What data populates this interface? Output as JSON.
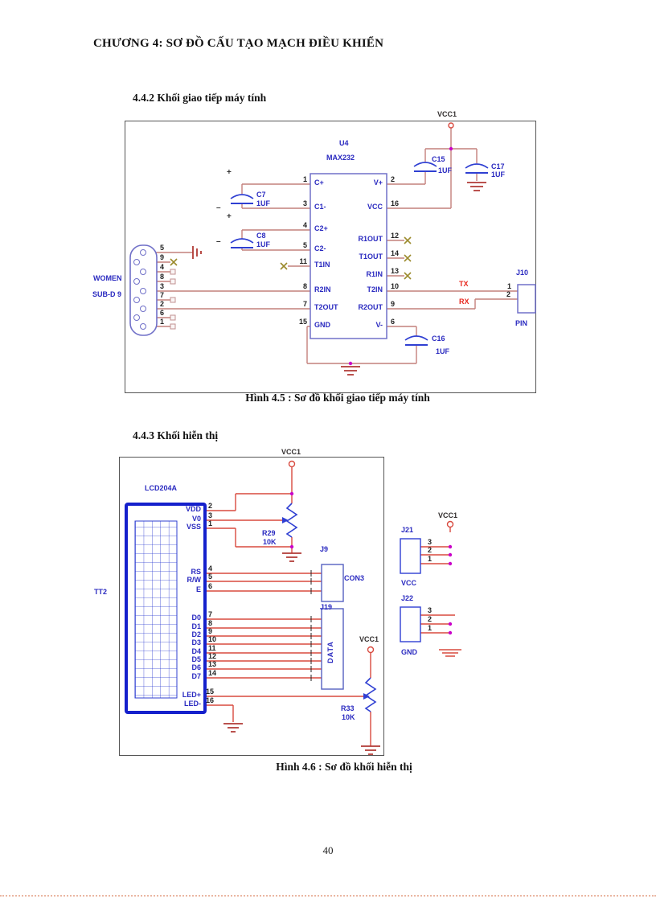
{
  "page": {
    "header": "CHƯƠNG 4: SƠ ĐỒ CẤU TẠO MẠCH ĐIỀU KHIỂN",
    "section_442": "4.4.2 Khối giao tiếp máy tính",
    "caption_45": "Hình 4.5 : Sơ đồ khối giao tiếp máy tính",
    "section_443": "4.4.3 Khối hiễn thị",
    "caption_46": "Hình 4.6 : Sơ đồ khối hiễn thị",
    "page_number": "40"
  },
  "colors": {
    "wire_d1": "#c4807c",
    "wire_d2": "#d84a3f",
    "label_blue": "#2a2ac0",
    "component_blue": "#2f3fd2",
    "ic_border": "#7070c8",
    "lcd_border": "#1520cc",
    "ground_red": "#b03a35",
    "junction_magenta": "#c902c9",
    "no_connect_olive": "#9b8a2c",
    "signal_red": "#e8281e"
  },
  "d1": {
    "power_label": "VCC1",
    "u4": {
      "ref": "U4",
      "part": "MAX232",
      "left": [
        [
          "1",
          "C+"
        ],
        [
          "3",
          "C1-"
        ],
        [
          "4",
          "C2+"
        ],
        [
          "5",
          "C2-"
        ],
        [
          "11",
          "T1IN"
        ],
        [
          "8",
          "R2IN"
        ],
        [
          "7",
          "T2OUT"
        ],
        [
          "15",
          "GND"
        ]
      ],
      "right": [
        [
          "2",
          "V+"
        ],
        [
          "16",
          "VCC"
        ],
        [
          "12",
          "R1OUT"
        ],
        [
          "14",
          "T1OUT"
        ],
        [
          "13",
          "R1IN"
        ],
        [
          "10",
          "T2IN"
        ],
        [
          "9",
          "R2OUT"
        ],
        [
          "6",
          "V-"
        ]
      ]
    },
    "c7": [
      "C7",
      "1UF"
    ],
    "c8": [
      "C8",
      "1UF"
    ],
    "c15": [
      "C15",
      "1UF"
    ],
    "c16": [
      "C16",
      "1UF"
    ],
    "c17": [
      "C17",
      "1UF"
    ],
    "plus": "+",
    "minus": "–",
    "db9": {
      "label1": "WOMEN",
      "label2": "SUB-D 9",
      "pins": [
        "5",
        "9",
        "4",
        "8",
        "3",
        "7",
        "2",
        "6",
        "1"
      ]
    },
    "tx": "TX",
    "rx": "RX",
    "j10": {
      "ref": "J10",
      "name": "PIN",
      "pins": [
        "1",
        "2"
      ]
    }
  },
  "d2": {
    "power_label": "VCC1",
    "lcd": {
      "ref": "LCD204A",
      "tag": "TT2",
      "pins": [
        [
          "2",
          "VDD"
        ],
        [
          "3",
          "V0"
        ],
        [
          "1",
          "VSS"
        ],
        [
          "4",
          "RS"
        ],
        [
          "5",
          "R/W"
        ],
        [
          "6",
          "E"
        ],
        [
          "7",
          "D0"
        ],
        [
          "8",
          "D1"
        ],
        [
          "9",
          "D2"
        ],
        [
          "10",
          "D3"
        ],
        [
          "11",
          "D4"
        ],
        [
          "12",
          "D5"
        ],
        [
          "13",
          "D6"
        ],
        [
          "14",
          "D7"
        ],
        [
          "15",
          "LED+"
        ],
        [
          "16",
          "LED-"
        ]
      ]
    },
    "r29": [
      "R29",
      "10K"
    ],
    "r33": [
      "R33",
      "10K"
    ],
    "j9": {
      "ref": "J9",
      "name": "CON3"
    },
    "j19": {
      "ref": "J19",
      "name": "DATA"
    },
    "j21": {
      "ref": "J21",
      "name": "VCC",
      "pins": [
        "3",
        "2",
        "1"
      ]
    },
    "j22": {
      "ref": "J22",
      "name": "GND",
      "pins": [
        "3",
        "2",
        "1"
      ]
    }
  }
}
